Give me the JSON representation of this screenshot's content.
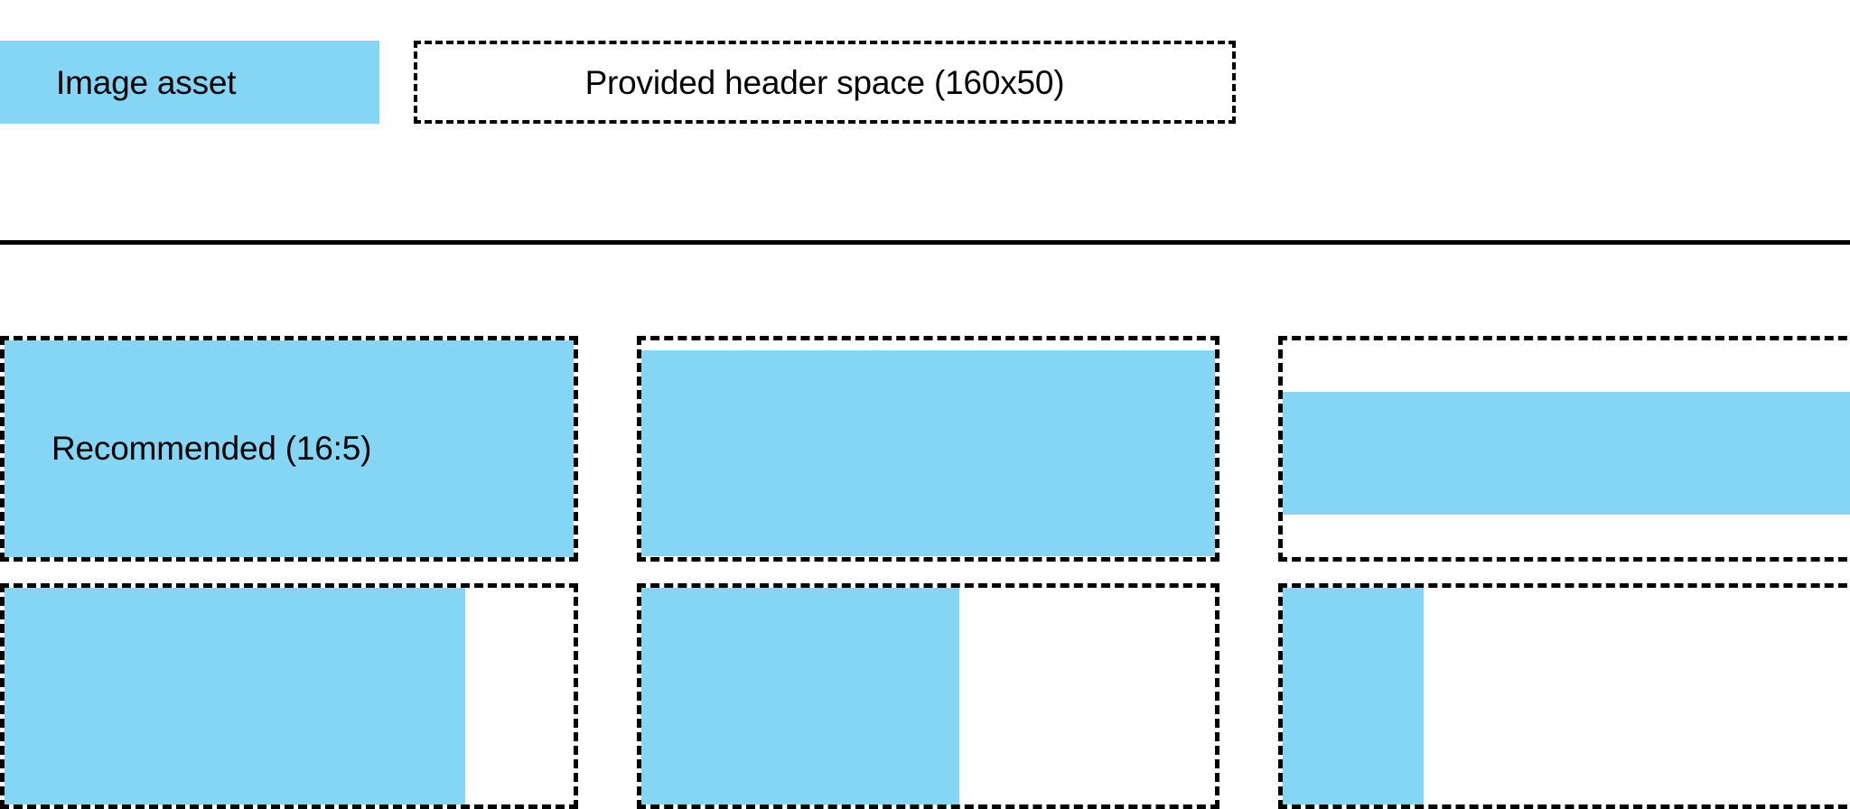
{
  "header": {
    "image_asset_label": "Image asset",
    "provided_space_label": "Provided header space (160x50)",
    "divider": "horizontal-rule"
  },
  "samples": {
    "rows": [
      {
        "cells": [
          {
            "caption": "Recommended (16:5)",
            "fill": "full"
          },
          {
            "caption": "",
            "fill": "band-tall"
          },
          {
            "caption": "",
            "fill": "band-short"
          }
        ]
      },
      {
        "cells": [
          {
            "caption": "",
            "fill": "left-80"
          },
          {
            "caption": "",
            "fill": "left-55"
          },
          {
            "caption": "",
            "fill": "left-25"
          }
        ]
      }
    ]
  },
  "colors": {
    "asset_blue": "#85d6f5",
    "outline": "#000000",
    "background": "#ffffff"
  }
}
